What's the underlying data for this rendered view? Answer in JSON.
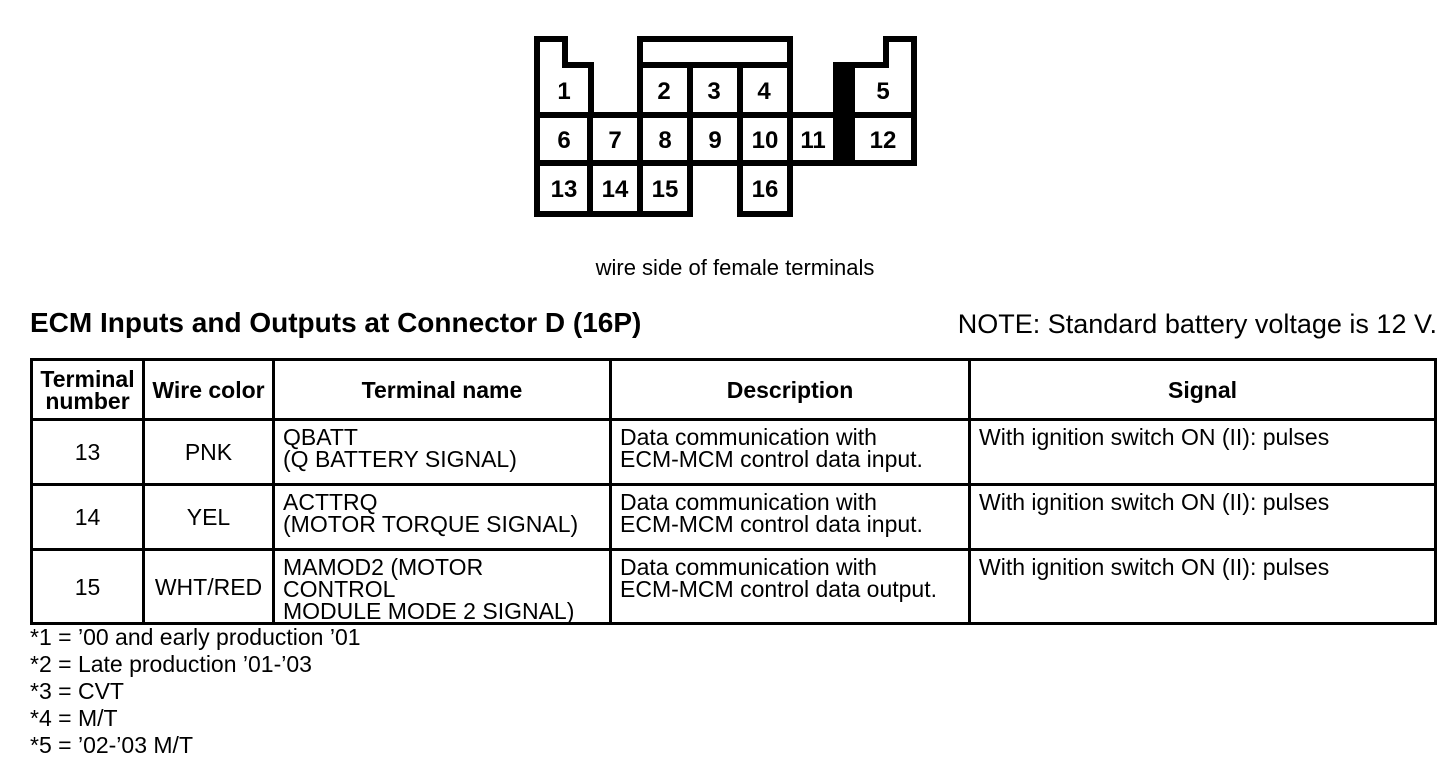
{
  "colors": {
    "background": "#ffffff",
    "ink": "#000000"
  },
  "connector": {
    "caption": "wire side of female terminals",
    "terminals": [
      "1",
      "2",
      "3",
      "4",
      "5",
      "6",
      "7",
      "8",
      "9",
      "10",
      "11",
      "12",
      "13",
      "14",
      "15",
      "16"
    ]
  },
  "section": {
    "title": "ECM Inputs and Outputs at Connector D (16P)",
    "note": "NOTE: Standard battery voltage is 12 V."
  },
  "table": {
    "headers": {
      "terminal_number": "Terminal\nnumber",
      "wire_color": "Wire color",
      "terminal_name": "Terminal name",
      "description": "Description",
      "signal": "Signal"
    },
    "rows": [
      {
        "terminal_number": "13",
        "wire_color": "PNK",
        "terminal_name": "QBATT\n(Q BATTERY SIGNAL)",
        "description": "Data communication with\nECM-MCM control data input.",
        "signal": "With ignition switch ON (II): pulses"
      },
      {
        "terminal_number": "14",
        "wire_color": "YEL",
        "terminal_name": "ACTTRQ\n(MOTOR TORQUE SIGNAL)",
        "description": "Data communication with\nECM-MCM control data input.",
        "signal": "With ignition switch ON (II): pulses"
      },
      {
        "terminal_number": "15",
        "wire_color": "WHT/RED",
        "terminal_name": "MAMOD2 (MOTOR CONTROL\nMODULE MODE 2 SIGNAL)",
        "description": "Data communication with\nECM-MCM control data output.",
        "signal": "With ignition switch ON (II): pulses"
      }
    ]
  },
  "footnotes": [
    "*1 = ’00 and early production ’01",
    "*2 = Late production ’01-’03",
    "*3 = CVT",
    "*4 = M/T",
    "*5 = ’02-’03 M/T"
  ]
}
